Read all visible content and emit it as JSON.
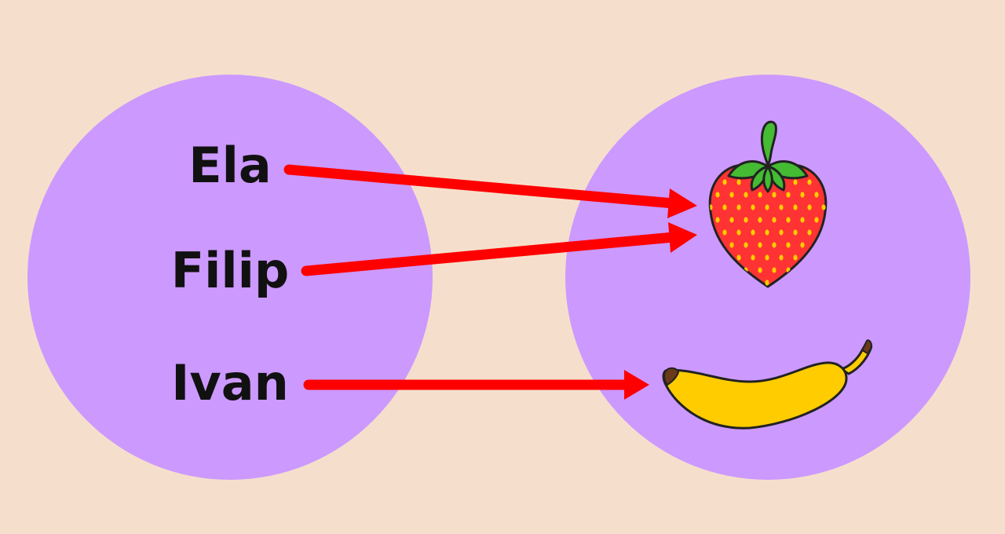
{
  "colors": {
    "background": "#f5dfcc",
    "set_fill": "#cc99ff",
    "arrow": "#ff0000",
    "label_text": "#111111",
    "strawberry_body": "#ff3333",
    "strawberry_seed": "#ffcc00",
    "strawberry_leaves": "#44bb33",
    "banana_body": "#ffcc00",
    "banana_tip": "#6b3a1a",
    "outline": "#222222"
  },
  "left_set": {
    "names": [
      {
        "id": "ela",
        "label": "Ela"
      },
      {
        "id": "filip",
        "label": "Filip"
      },
      {
        "id": "ivan",
        "label": "Ivan"
      }
    ]
  },
  "right_set": {
    "fruits": [
      {
        "id": "strawberry",
        "icon": "strawberry-icon"
      },
      {
        "id": "banana",
        "icon": "banana-icon"
      }
    ]
  },
  "mapping": [
    {
      "from": "ela",
      "to": "strawberry"
    },
    {
      "from": "filip",
      "to": "strawberry"
    },
    {
      "from": "ivan",
      "to": "banana"
    }
  ]
}
